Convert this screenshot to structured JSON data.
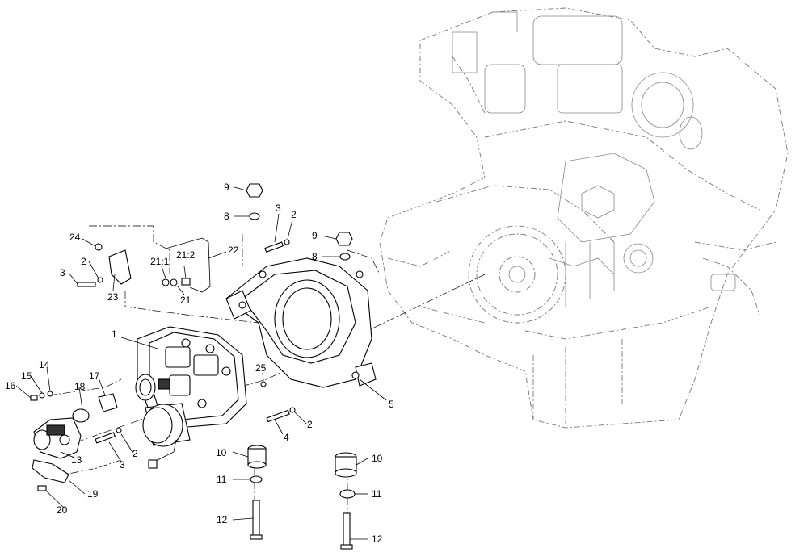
{
  "callouts": {
    "c1": "1",
    "c2a": "2",
    "c2b": "2",
    "c2c": "2",
    "c2d": "2",
    "c3a": "3",
    "c3b": "3",
    "c3c": "3",
    "c4": "4",
    "c5": "5",
    "c8a": "8",
    "c8b": "8",
    "c9a": "9",
    "c9b": "9",
    "c10a": "10",
    "c10b": "10",
    "c11a": "11",
    "c11b": "11",
    "c12a": "12",
    "c12b": "12",
    "c13": "13",
    "c14": "14",
    "c15": "15",
    "c16": "16",
    "c17": "17",
    "c18": "18",
    "c19": "19",
    "c20": "20",
    "c21": "21",
    "c21_1": "21:1",
    "c21_2": "21:2",
    "c22": "22",
    "c23": "23",
    "c24": "24",
    "c25": "25"
  }
}
